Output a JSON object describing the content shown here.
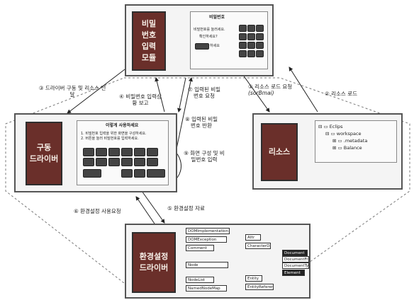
{
  "module": {
    "title_lines": [
      "비밀",
      "번호",
      "입력",
      "모듈"
    ],
    "panel": {
      "header": "비밀번호",
      "line1": "비밀번호를 눌러세요.",
      "line2": "확인하세요?",
      "field_suffix": "하세요"
    }
  },
  "driver": {
    "title_lines": [
      "구동",
      "드라이버"
    ],
    "panel": {
      "header": "이렇게 사용하세요",
      "lines": [
        "1. 비밀번호 입력을 위한 화면을 구성하세요.",
        "2. 버튼을 눌러 비밀번호를 입력하세요."
      ]
    }
  },
  "resource": {
    "title": "리소스",
    "tree": [
      "Eclips",
      "workspace",
      ".metadata",
      "Balance"
    ]
  },
  "env": {
    "title_lines": [
      "환경설정",
      "드라이버"
    ],
    "left_nodes": [
      "DOMImplementation",
      "DOMException",
      "Comment",
      "Node",
      "NodeList",
      "NamedNodeMap"
    ],
    "mid_nodes": [
      "Attr",
      "CharacterData",
      "Document",
      "DocumentFragment",
      "DocumentType",
      "Element",
      "Entity",
      "EntityReference"
    ]
  },
  "edges": {
    "e1": "① 리소스 로드 요청",
    "e1b": "(sorBmai)",
    "e2": "② 리소스 로드",
    "e3": "③ 드라이버 구동 및 리소스 전달",
    "e4": "④ 비밀번호 입력상황 보고",
    "e5": "⑤ 환경설정 자료",
    "e6": "⑥ 환경설정 사용요청",
    "e7": "⑦ 입력된 비밀번호 요청",
    "e8": "⑧ 입력된 비밀번호 반환",
    "e9": "⑨ 화면 구성 및 비밀번호 입력"
  }
}
